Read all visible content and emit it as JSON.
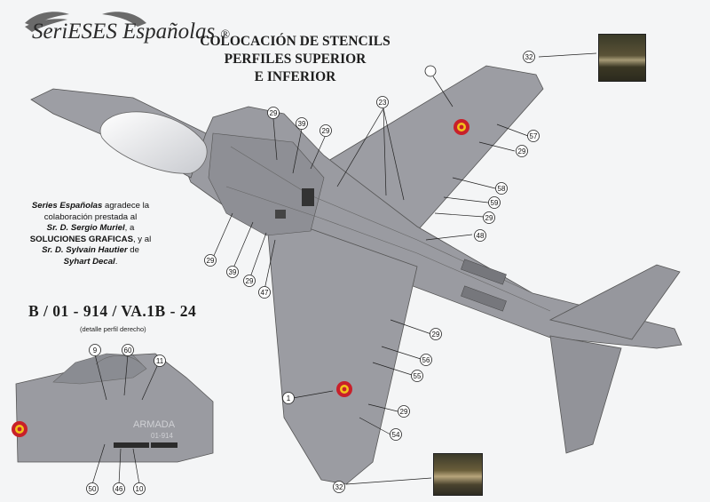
{
  "logo": {
    "text": "SeriESES Españolas",
    "registered_mark": "®"
  },
  "title": {
    "line1": "COLOCACIÓN DE STENCILS",
    "line2": "PERFILES SUPERIOR",
    "line3": "E INFERIOR"
  },
  "credits": {
    "line1_a": "Series Españolas",
    "line1_b": " agradece la",
    "line2": "colaboración prestada al",
    "line3_a": "Sr. D. Sergio Muriel",
    "line3_b": ", a",
    "line4_a": "SOLUCIONES GRAFICAS",
    "line4_b": ", y al",
    "line5_a": "Sr. D. Sylvain Hautier",
    "line5_b": " de",
    "line6_a": "Syhart Decal",
    "line6_b": "."
  },
  "registration": "B / 01 - 914 / VA.1B - 24",
  "detail_caption": "(detalle perfil derecho)",
  "side_markings": {
    "armada": "ARMADA",
    "code": "01-914"
  },
  "colors": {
    "aircraft_grey": "#9a9ba1",
    "roundel_red": "#c8202a",
    "roundel_yellow": "#f2c21a"
  },
  "callouts": {
    "c32a": "32",
    "c29a": "29",
    "c39a": "39",
    "c29b": "29",
    "c23": "23",
    "c57": "57",
    "c29c": "29",
    "c58": "58",
    "c59": "59",
    "c29d": "29",
    "c48": "48",
    "c29e": "29",
    "c39b": "39",
    "c29f": "29",
    "c47": "47",
    "c29g": "29",
    "c56": "56",
    "c55": "55",
    "c1": "1",
    "c29h": "29",
    "c54": "54",
    "c32b": "32",
    "c9": "9",
    "c60": "60",
    "c11": "11",
    "c50": "50",
    "c46": "46",
    "c10": "10"
  }
}
